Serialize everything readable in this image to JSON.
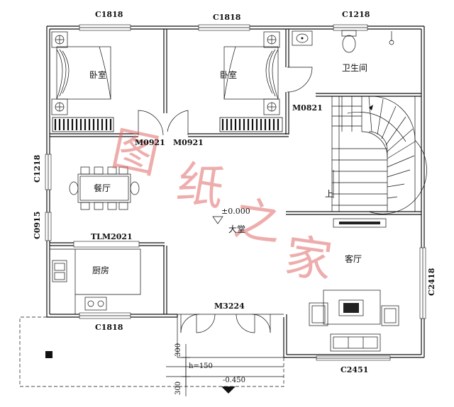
{
  "rooms": {
    "bedroom_left": "卧室",
    "bedroom_right": "卧室",
    "bathroom": "卫生间",
    "dining": "餐厅",
    "kitchen": "厨房",
    "hall": "大堂",
    "living": "客厅",
    "stair_up": "上"
  },
  "windows": {
    "top_left": "C1818",
    "top_mid": "C1818",
    "top_right": "C1218",
    "left_upper": "C1218",
    "left_lower": "C0915",
    "kitchen_top": "TLM2021",
    "bottom_left": "C1818",
    "right": "C2418",
    "bottom_right": "C2451"
  },
  "doors": {
    "bed_left": "M0921",
    "bed_right": "M0921",
    "bath": "M0821",
    "entrance": "M3224"
  },
  "levels": {
    "floor": "±0.000",
    "porch_step": "h=150",
    "outside": "-0.450"
  },
  "dimensions": {
    "step_upper": "300",
    "step_lower": "300"
  },
  "watermark": {
    "c1": "图",
    "c2": "纸",
    "c3": "之",
    "c4": "家"
  }
}
